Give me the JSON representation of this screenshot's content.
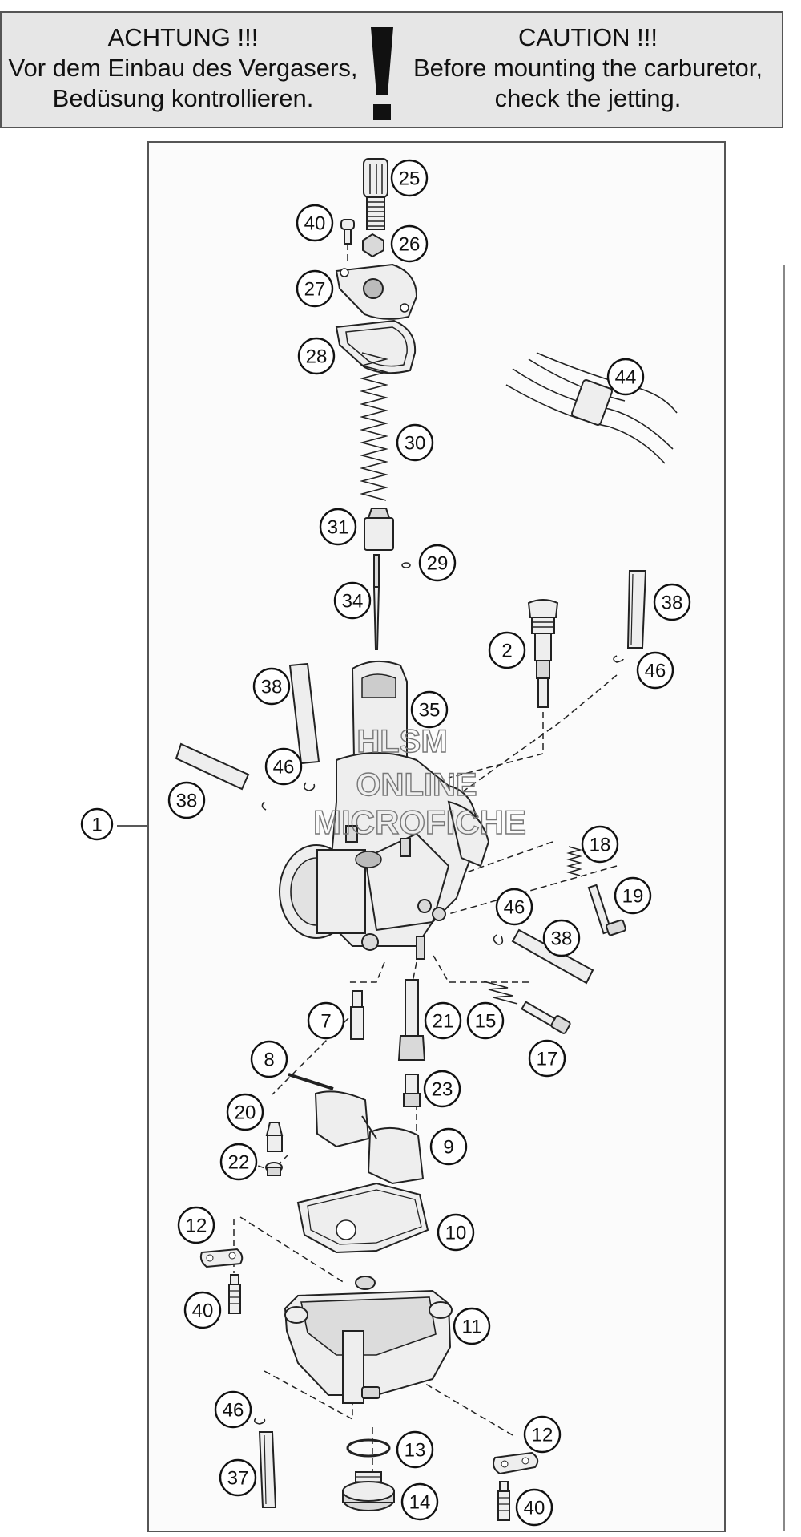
{
  "warning": {
    "german": {
      "heading": "ACHTUNG !!!",
      "line1": "Vor dem Einbau des Vergasers,",
      "line2": "Bedüsung kontrollieren."
    },
    "english": {
      "heading": "CAUTION !!!",
      "line1": "Before mounting the carburetor,",
      "line2": "check the jetting."
    },
    "icon": "exclamation-icon"
  },
  "callouts": {
    "c1": "1",
    "c2": "2",
    "c7": "7",
    "c8": "8",
    "c9": "9",
    "c10": "10",
    "c11": "11",
    "c12a": "12",
    "c12b": "12",
    "c13": "13",
    "c14": "14",
    "c15": "15",
    "c17": "17",
    "c18": "18",
    "c19": "19",
    "c20": "20",
    "c21": "21",
    "c22": "22",
    "c23": "23",
    "c25": "25",
    "c26": "26",
    "c27": "27",
    "c28": "28",
    "c29": "29",
    "c30": "30",
    "c31": "31",
    "c34": "34",
    "c35": "35",
    "c37": "37",
    "c38a": "38",
    "c38b": "38",
    "c38c": "38",
    "c38d": "38",
    "c40a": "40",
    "c40b": "40",
    "c40c": "40",
    "c44": "44",
    "c46a": "46",
    "c46b": "46",
    "c46c": "46",
    "c46d": "46"
  },
  "watermark": {
    "line1": "HLSM",
    "line2": "ONLINE",
    "line3": "MICROFICHE"
  }
}
